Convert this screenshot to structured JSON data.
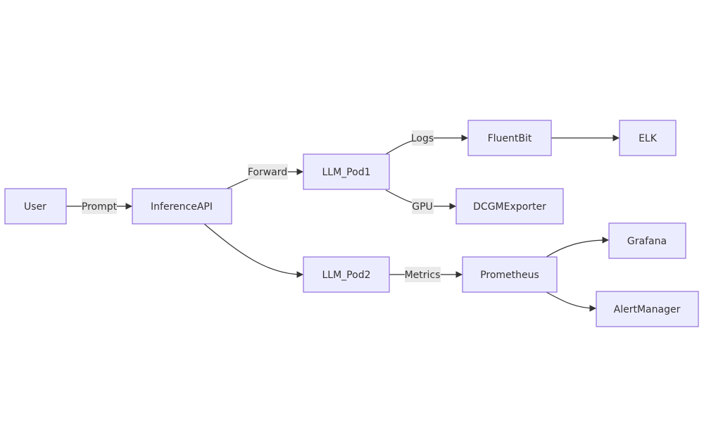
{
  "nodes": {
    "user": "User",
    "inference_api": "InferenceAPI",
    "llm_pod1": "LLM_Pod1",
    "llm_pod2": "LLM_Pod2",
    "fluentbit": "FluentBit",
    "elk": "ELK",
    "dcgm_exporter": "DCGMExporter",
    "prometheus": "Prometheus",
    "grafana": "Grafana",
    "alertmanager": "AlertManager"
  },
  "edge_labels": {
    "prompt": "Prompt",
    "forward": "Forward",
    "logs": "Logs",
    "gpu": "GPU",
    "metrics": "Metrics"
  },
  "colors": {
    "node_fill": "#ececff",
    "node_stroke": "#9370db",
    "edge": "#333333",
    "label_bg": "#e8e8e8"
  }
}
